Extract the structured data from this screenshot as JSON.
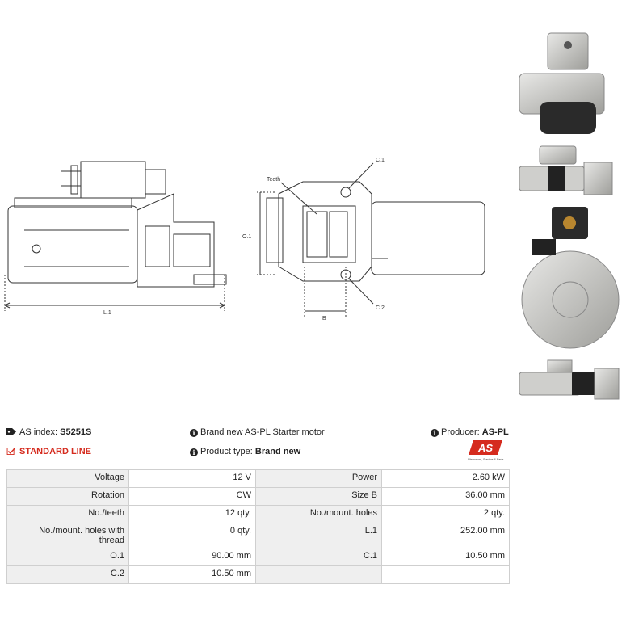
{
  "drawing": {
    "labels": {
      "c1": "C.1",
      "c2": "C.2",
      "teeth": "Teeth",
      "o1": "O.1",
      "l1": "L.1",
      "b": "B"
    }
  },
  "header": {
    "as_index_label": "AS index:",
    "as_index_value": "S5251S",
    "description": "Brand new AS-PL Starter motor",
    "producer_label": "Producer:",
    "producer_value": "AS-PL",
    "standard_line": "STANDARD LINE",
    "product_type_label": "Product type:",
    "product_type_value": "Brand new",
    "logo_text": "AS",
    "logo_subtext": "Alternators, Starters & Parts"
  },
  "colors": {
    "accent_red": "#d52b1e",
    "label_bg": "#efefef",
    "border": "#cfcfcf"
  },
  "icons": [
    "tag-icon",
    "info-icon",
    "check-square-icon",
    "as-logo"
  ],
  "specs": [
    [
      "Voltage",
      "12 V",
      "Power",
      "2.60 kW"
    ],
    [
      "Rotation",
      "CW",
      "Size B",
      "36.00 mm"
    ],
    [
      "No./teeth",
      "12 qty.",
      "No./mount. holes",
      "2 qty."
    ],
    [
      "No./mount. holes with thread",
      "0 qty.",
      "L.1",
      "252.00 mm"
    ],
    [
      "O.1",
      "90.00 mm",
      "C.1",
      "10.50 mm"
    ],
    [
      "C.2",
      "10.50 mm",
      "",
      ""
    ]
  ]
}
